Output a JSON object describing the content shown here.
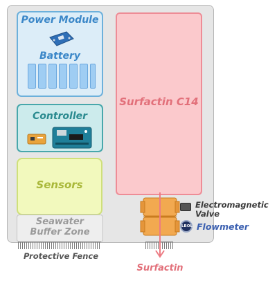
{
  "modules": {
    "power_module": "Power Module",
    "battery": "Battery",
    "controller": "Controller",
    "sensors": "Sensors",
    "seawater_buffer_zone": "Seawater\nBuffer Zone",
    "surfactin_tank": "Surfactin C14"
  },
  "labels": {
    "electromagnetic_valve": "Electromagnetic\nValve",
    "flowmeter": "Flowmeter",
    "flowmeter_badge": "LBOL",
    "protective_fence": "Protective Fence",
    "surfactin_output": "Surfactin"
  },
  "colors": {
    "power_module_text": "#3b87c8",
    "controller_text": "#2a8a8f",
    "sensors_text": "#a9b83a",
    "buffer_text": "#9a9a9a",
    "tank_text": "#e2707a",
    "flowmeter_text": "#3a5fb0",
    "output_arrow": "#ec7b83",
    "valve_body": "#f2a950"
  }
}
